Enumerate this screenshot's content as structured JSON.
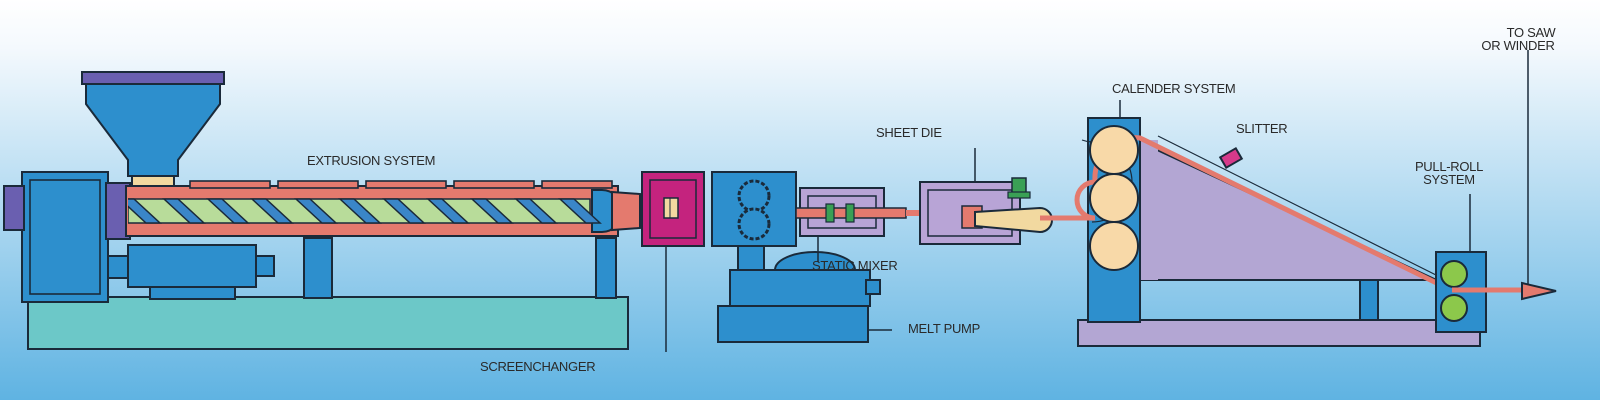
{
  "labels": {
    "extrusion_system": "EXTRUSION SYSTEM",
    "screenchanger": "SCREENCHANGER",
    "static_mixer": "STATIC MIXER",
    "melt_pump": "MELT PUMP",
    "sheet_die": "SHEET DIE",
    "calender_system": "CALENDER SYSTEM",
    "slitter": "SLITTER",
    "pull_roll_line1": "PULL-ROLL",
    "pull_roll_line2": "SYSTEM",
    "to_saw_line1": "TO SAW",
    "to_saw_line2": "OR WINDER"
  },
  "colors": {
    "background_top": "#ffffff",
    "background_bottom": "#5fb3e2",
    "machine_blue": "#2d8fcd",
    "outline": "#1a2a3a",
    "barrel_red": "#e47a6e",
    "screw_green": "#b8dc9a",
    "screw_flight": "#3a86c8",
    "base_teal": "#6cc8c8",
    "hopper_blue": "#2d8fcd",
    "hopper_cap": "#6a5fb0",
    "screenchanger_magenta": "#c4237e",
    "die_lavender": "#b8a4d6",
    "melt_yellow": "#f2d9a0",
    "roll_yellow": "#f8d9a8",
    "calender_frame": "#b3a6d3",
    "pull_roll_green": "#8cc84b",
    "slitter_pink": "#d63a8a",
    "valve_green": "#3aa055"
  }
}
